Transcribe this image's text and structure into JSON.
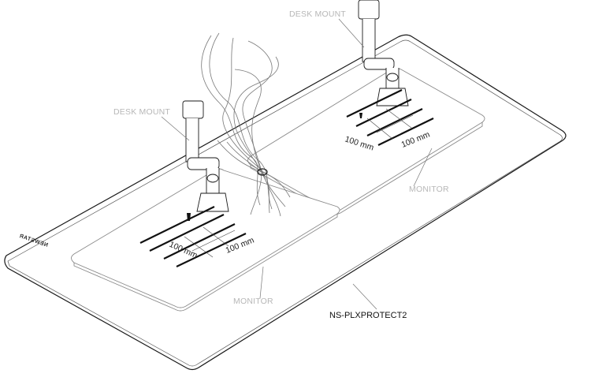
{
  "labels": {
    "desk_mount_top": "DESK MOUNT",
    "desk_mount_left": "DESK MOUNT",
    "monitor_right": "MONITOR",
    "monitor_left": "MONITOR",
    "model": "NS-PLXPROTECT2",
    "brand": "NEWSTAR"
  },
  "dimensions": {
    "right_a": "100 mm",
    "right_b": "100 mm",
    "left_a": "100 mm",
    "left_b": "100 mm"
  },
  "colors": {
    "line": "#1a1a1a",
    "light_line": "#8a8a8a",
    "label": "#b7b7b7"
  }
}
